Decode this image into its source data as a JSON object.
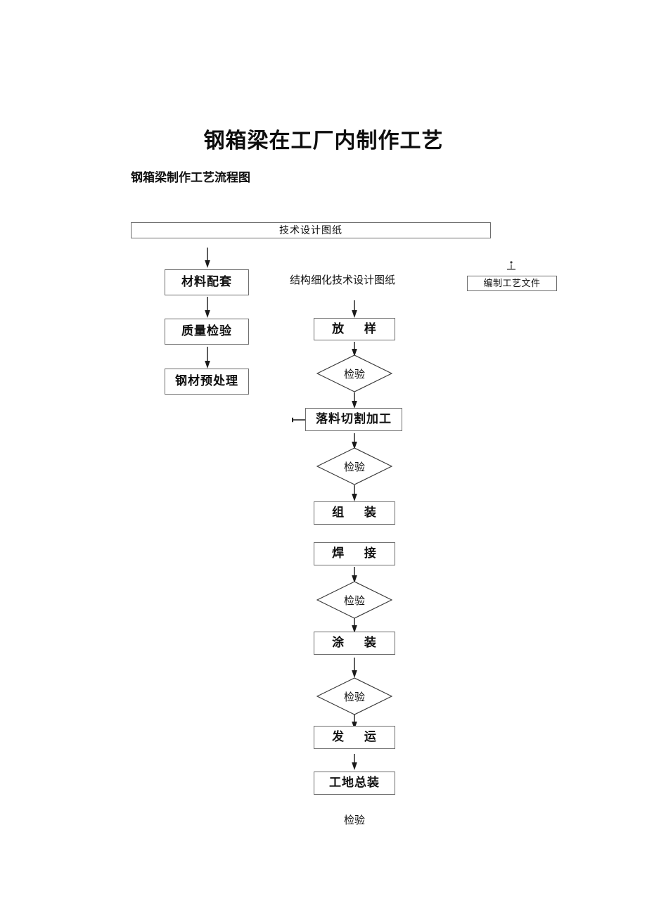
{
  "document": {
    "title": "钢箱梁在工厂内制作工艺",
    "subtitle": "钢箱梁制作工艺流程图"
  },
  "flowchart": {
    "banner": {
      "label": "技术设计图纸"
    },
    "left_branch": [
      {
        "label": "材料配套"
      },
      {
        "label": "质量检验"
      },
      {
        "label": "钢材预处理"
      }
    ],
    "center_note": {
      "label": "结构细化技术设计图纸"
    },
    "right_branch": [
      {
        "label": "编制工艺文件"
      }
    ],
    "main_flow": [
      {
        "label": "放    样",
        "shape": "process"
      },
      {
        "label": "检验",
        "shape": "decision"
      },
      {
        "label": "落料切割加工",
        "shape": "process"
      },
      {
        "label": "检验",
        "shape": "decision"
      },
      {
        "label": "组    装",
        "shape": "process"
      },
      {
        "label": "焊    接",
        "shape": "process"
      },
      {
        "label": "检验",
        "shape": "decision"
      },
      {
        "label": "涂    装",
        "shape": "process"
      },
      {
        "label": "检验",
        "shape": "decision"
      },
      {
        "label": "发    运",
        "shape": "process"
      },
      {
        "label": "工地总装",
        "shape": "process"
      }
    ],
    "footer_note": {
      "label": "检验"
    },
    "colors": {
      "stroke": "#6d6d6d",
      "arrow": "#1a1a1a",
      "text": "#111111",
      "background": "#ffffff"
    }
  }
}
